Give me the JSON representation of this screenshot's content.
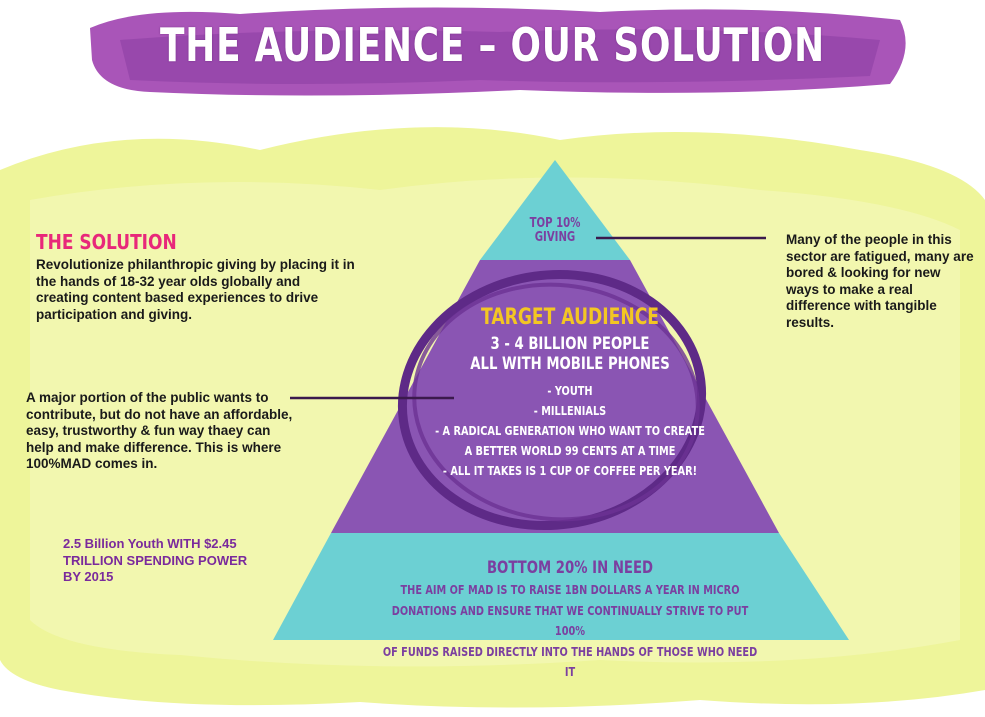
{
  "title": "THE AUDIENCE – OUR SOLUTION",
  "colors": {
    "purple": "#7b3fa0",
    "teal": "#6cd0d3",
    "yellow_green": "#eef59a",
    "pink": "#e8287a",
    "gold": "#f3c623"
  },
  "solution": {
    "heading": "THE SOLUTION",
    "text": "Revolutionize philanthropic giving by placing it in the hands of 18-32 year olds globally and creating content based experiences to drive participation and giving."
  },
  "public_note": "A major portion of the public wants to contribute, but do not have an affordable, easy, trustworthy & fun way thaey can help and make difference. This is where 100%MAD comes in.",
  "fatigued_note": "Many of the people in this sector are fatigued, many are bored & looking for new ways to make a real difference with tangible results.",
  "youth_stat": "2.5 Billion Youth WITH $2.45 TRILLION SPENDING POWER BY 2015",
  "pyramid": {
    "top": {
      "line1": "TOP 10%",
      "line2": "GIVING"
    },
    "middle": {
      "title": "TARGET AUDIENCE",
      "sub1": "3 - 4 BILLION PEOPLE",
      "sub2": "ALL WITH MOBILE PHONES",
      "items": [
        "- YOUTH",
        "- MILLENIALS",
        "- A RADICAL GENERATION WHO WANT TO CREATE",
        "A BETTER WORLD 99 CENTS AT A TIME",
        "- ALL IT TAKES IS 1 CUP OF COFFEE PER YEAR!"
      ]
    },
    "bottom": {
      "title": "BOTTOM 20% IN NEED",
      "lines": [
        "THE AIM OF MAD IS TO RAISE 1BN DOLLARS A YEAR IN MICRO",
        "DONATIONS AND ENSURE THAT WE CONTINUALLY STRIVE TO PUT 100%",
        "OF FUNDS RAISED DIRECTLY INTO THE HANDS OF THOSE WHO NEED IT"
      ]
    }
  }
}
